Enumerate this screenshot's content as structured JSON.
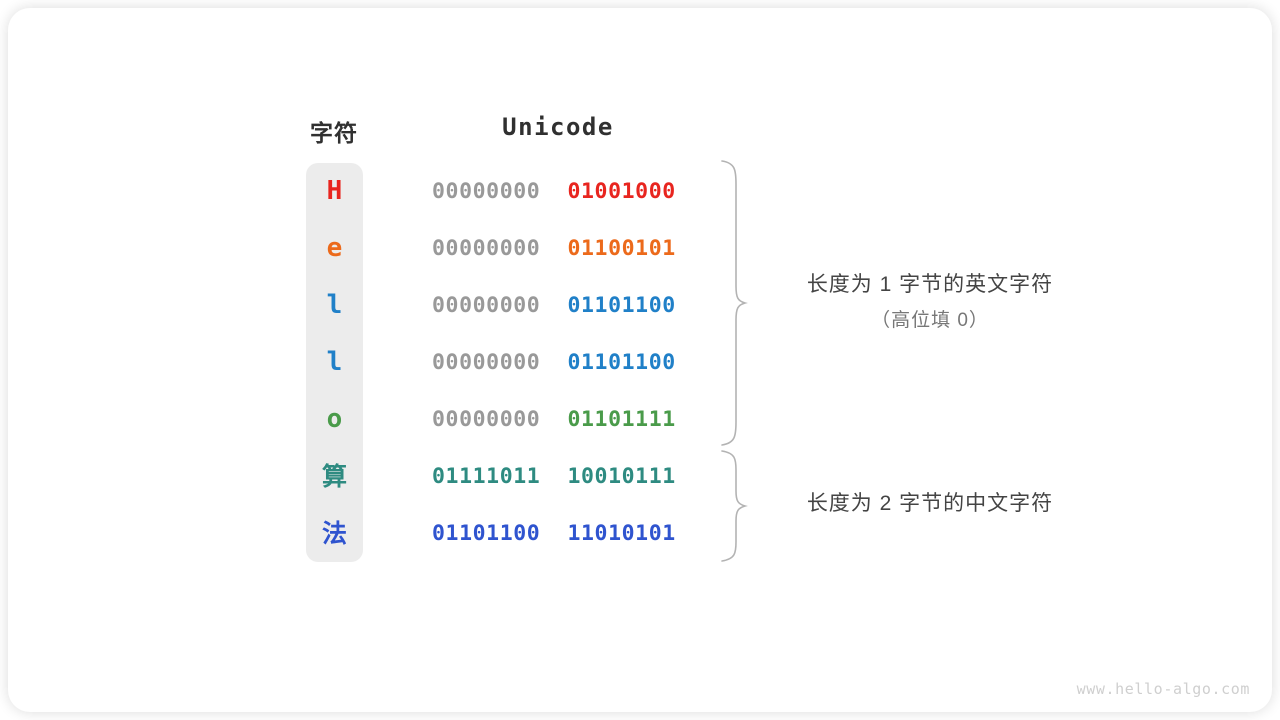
{
  "figure": {
    "headers": {
      "char_label": "字符",
      "unicode_label": "Unicode"
    },
    "rows": [
      {
        "char": "H",
        "script": "latin",
        "char_color": "#e8251f",
        "high_byte": "00000000",
        "low_byte": "01001000",
        "low_color": "#e8251f"
      },
      {
        "char": "e",
        "script": "latin",
        "char_color": "#ec6a1b",
        "high_byte": "00000000",
        "low_byte": "01100101",
        "low_color": "#ec6a1b"
      },
      {
        "char": "l",
        "script": "latin",
        "char_color": "#2080c8",
        "high_byte": "00000000",
        "low_byte": "01101100",
        "low_color": "#2080c8"
      },
      {
        "char": "l",
        "script": "latin",
        "char_color": "#2080c8",
        "high_byte": "00000000",
        "low_byte": "01101100",
        "low_color": "#2080c8"
      },
      {
        "char": "o",
        "script": "latin",
        "char_color": "#4a9b4a",
        "high_byte": "00000000",
        "low_byte": "01101111",
        "low_color": "#4a9b4a"
      },
      {
        "char": "算",
        "script": "cjk",
        "char_color": "#2e8b81",
        "high_byte": "01111011",
        "low_byte": "10010111",
        "low_color": "#2e8b81",
        "high_color": "#2e8b81"
      },
      {
        "char": "法",
        "script": "cjk",
        "char_color": "#2f54cf",
        "high_byte": "01101100",
        "low_byte": "11010101",
        "low_color": "#2f54cf",
        "high_color": "#2f54cf"
      }
    ],
    "high_byte_gray": "#999999",
    "annotations": [
      {
        "main": "长度为 1 字节的英文字符",
        "sub": "（高位填 0）"
      },
      {
        "main": "长度为 2 字节的中文字符",
        "sub": ""
      }
    ],
    "watermark": "www.hello-algo.com"
  }
}
